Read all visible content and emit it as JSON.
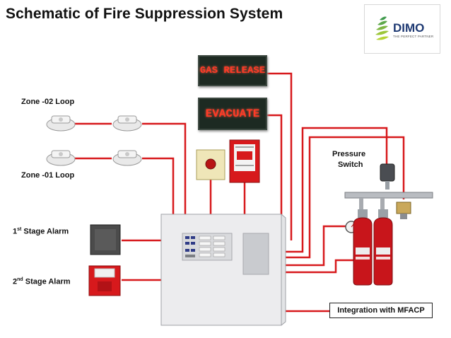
{
  "title": "Schematic of Fire Suppression System",
  "logo": {
    "name": "DIMO",
    "tagline": "THE PERFECT PARTNER",
    "icon": "dimo-leaf-logo"
  },
  "labels": {
    "zone2": "Zone -02 Loop",
    "zone1": "Zone -01 Loop",
    "stage1_prefix": "1",
    "stage1_sup": "st",
    "stage1_suffix": " Stage Alarm",
    "stage2_prefix": "2",
    "stage2_sup": "nd",
    "stage2_suffix": " Stage Alarm",
    "pressure_line1": "Pressure",
    "pressure_line2": "Switch",
    "integration": "Integration with MFACP"
  },
  "signs": {
    "gas_release": "GAS RELEASE",
    "evacuate": "EVACUATE"
  },
  "colors": {
    "wire": "#d7191c",
    "sign_text": "#ff3a26",
    "cylinder": "#c8151b"
  }
}
